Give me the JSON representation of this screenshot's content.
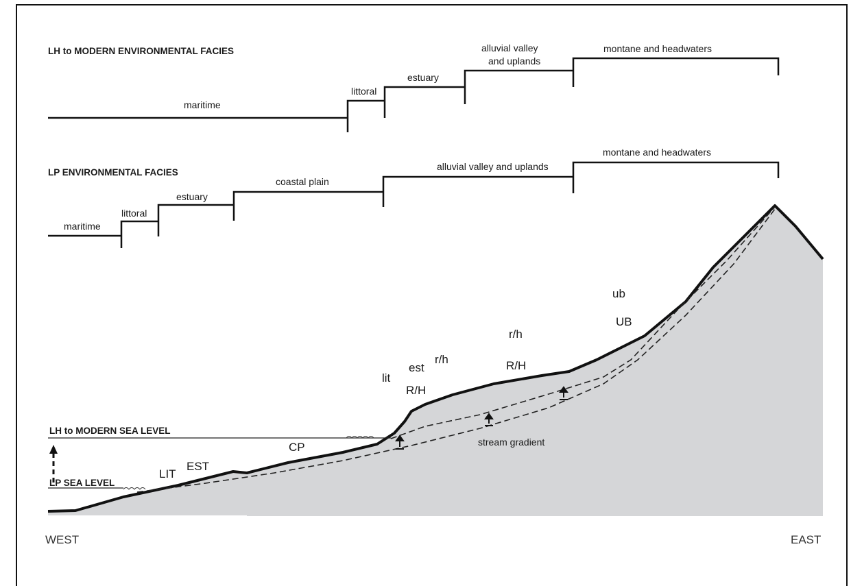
{
  "top_section": {
    "title": "LH to MODERN ENVIRONMENTAL FACIES",
    "facies": [
      "maritime",
      "littoral",
      "estuary",
      "alluvial valley",
      "and uplands",
      "montane and headwaters"
    ]
  },
  "mid_section": {
    "title": "LP ENVIRONMENTAL FACIES",
    "facies": [
      "maritime",
      "littoral",
      "estuary",
      "coastal plain",
      "alluvial valley and uplands",
      "montane and headwaters"
    ]
  },
  "sea_levels": {
    "modern": "LH to MODERN SEA LEVEL",
    "lp": "LP SEA LEVEL"
  },
  "profile_labels": {
    "lit_upper": "LIT",
    "est_upper": "EST",
    "cp": "CP",
    "lit_lower": "lit",
    "est_lower": "est",
    "rh_lower_1": "r/h",
    "rh_upper_1": "R/H",
    "rh_lower_2": "r/h",
    "rh_upper_2": "R/H",
    "ub_lower": "ub",
    "ub_upper": "UB",
    "stream_gradient": "stream gradient"
  },
  "directions": {
    "west": "WEST",
    "east": "EAST"
  }
}
